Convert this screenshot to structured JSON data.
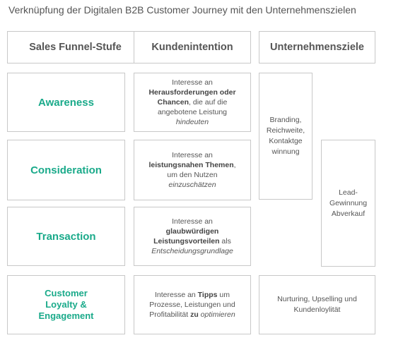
{
  "title": "Verknüpfung der Digitalen B2B Customer Journey mit den Unternehmenszielen",
  "headers": {
    "stage": "Sales Funnel-Stufe",
    "intent": "Kundenintention",
    "goals": "Unternehmensziele"
  },
  "stages": {
    "awareness": "Awareness",
    "consideration": "Consideration",
    "transaction": "Transaction",
    "loyalty_1": "Customer",
    "loyalty_2": "Loyalty &",
    "loyalty_3": "Engagement"
  },
  "intents": {
    "awareness": {
      "l1": "Interesse an",
      "b1": "Herausforderungen oder",
      "b2": "Chancen",
      "l3": ", die auf die",
      "l4": "angebotene Leistung",
      "i1": "hindeuten"
    },
    "consideration": {
      "l1": "Interesse an",
      "b1": "leistungsnahen Themen",
      "l2": ",",
      "l3": "um den Nutzen",
      "i1": "einzuschätzen"
    },
    "transaction": {
      "l1": "Interesse an",
      "b1": "glaubwürdigen",
      "b2": "Leistungsvorteilen",
      "l3": " als",
      "i1": "Entscheidungsgrundlage"
    },
    "loyalty": {
      "l1": "Interesse an ",
      "b1": "Tipps",
      "l2": " um",
      "l3": "Prozesse, Leistungen und",
      "l4": "Profitabilität ",
      "b2": "zu",
      "i1": " optimieren"
    }
  },
  "goals": {
    "branding_1": "Branding,",
    "branding_2": "Reichweite,",
    "branding_3": "Kontaktge",
    "branding_4": "winnung",
    "lead_1": "Lead-",
    "lead_2": "Gewinnung",
    "lead_3": "Abverkauf",
    "nurturing_1": "Nurturing, Upselling und",
    "nurturing_2": "Kundenloylität"
  }
}
